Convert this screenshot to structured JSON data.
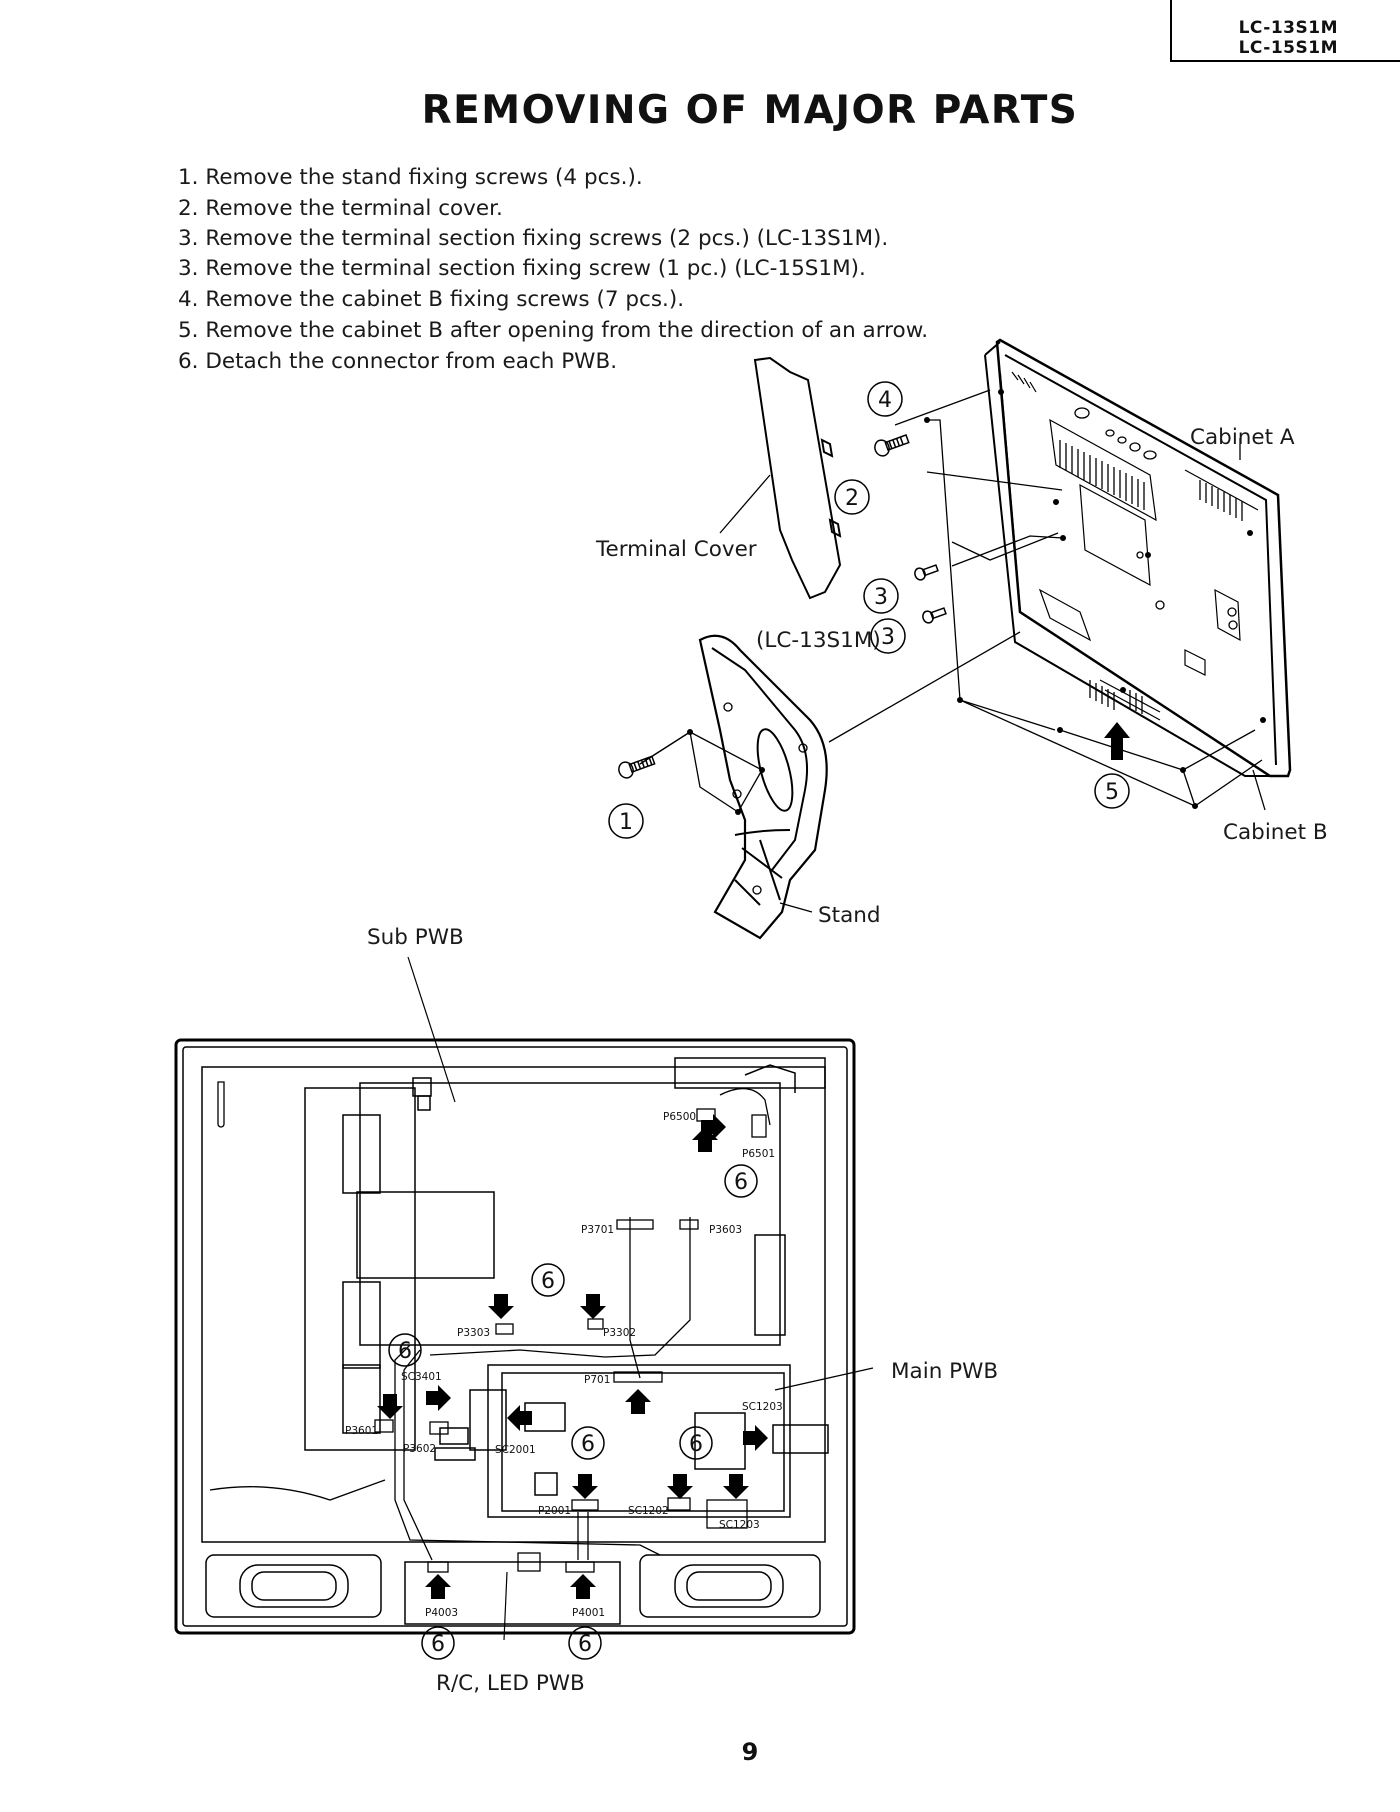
{
  "header": {
    "models": [
      "LC-13S1M",
      "LC-15S1M"
    ],
    "title": "REMOVING OF MAJOR PARTS"
  },
  "steps": [
    "1. Remove the stand fixing screws (4 pcs.).",
    "2. Remove the terminal cover.",
    "3. Remove the terminal section fixing screws (2 pcs.) (LC-13S1M).",
    "3. Remove the terminal section fixing screw (1 pc.) (LC-15S1M).",
    "4. Remove the cabinet B fixing screws (7 pcs.).",
    "5. Remove the cabinet B after opening from the direction of an arrow.",
    "6. Detach the connector from each PWB."
  ],
  "exploded_view": {
    "labels": {
      "cabinet_a": "Cabinet A",
      "cabinet_b": "Cabinet B",
      "terminal_cover": "Terminal Cover",
      "stand": "Stand",
      "lc13_note": "(LC-13S1M)"
    },
    "callouts": {
      "c1": "1",
      "c2": "2",
      "c3a": "3",
      "c3b": "3",
      "c4": "4",
      "c5": "5"
    }
  },
  "pwb_view": {
    "labels": {
      "sub_pwb": "Sub PWB",
      "main_pwb": "Main PWB",
      "rc_led_pwb": "R/C, LED PWB"
    },
    "connectors": {
      "P6500": "P6500",
      "P6501": "P6501",
      "P3701": "P3701",
      "P3603": "P3603",
      "P3303": "P3303",
      "P3302": "P3302",
      "SC3401": "SC3401",
      "P701": "P701",
      "SC1203a": "SC1203",
      "P3601": "P3601",
      "P3602": "P3602",
      "SC2001": "SC2001",
      "P2001": "P2001",
      "SC1202": "SC1202",
      "SC1203b": "SC1203",
      "P4003": "P4003",
      "P4001": "P4001"
    },
    "step_marker": "6"
  },
  "footer": {
    "page_number": "9"
  }
}
